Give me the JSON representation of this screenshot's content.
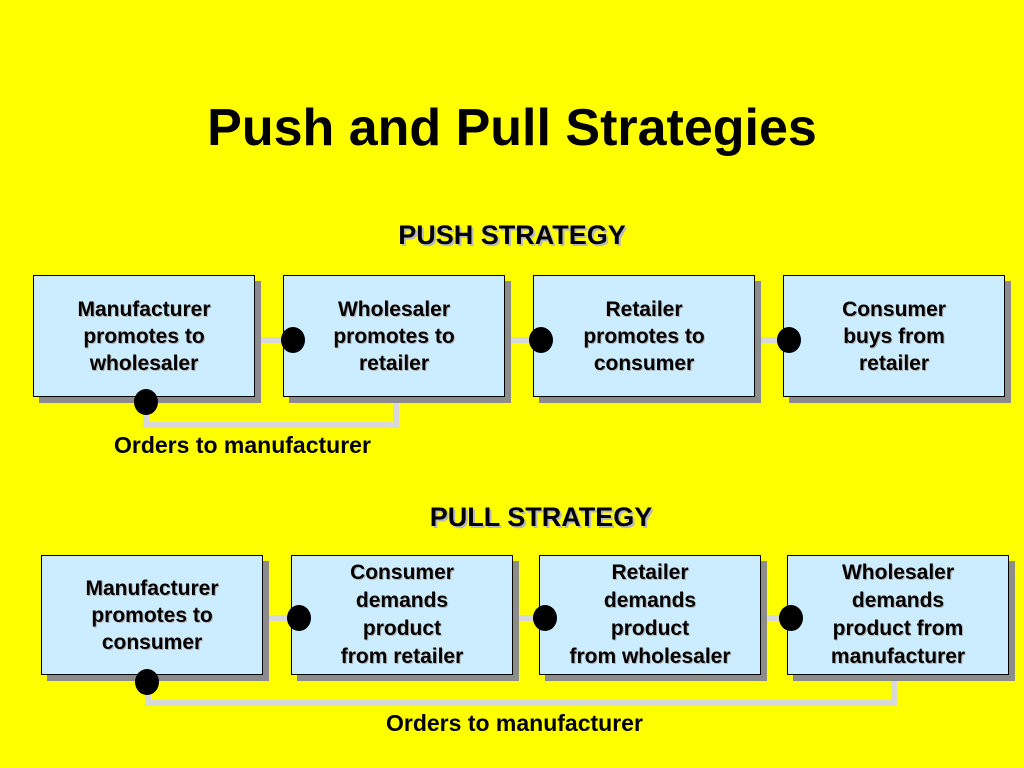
{
  "title": "Push and Pull Strategies",
  "push": {
    "heading": "PUSH STRATEGY",
    "boxes": [
      "Manufacturer\npromotes to\nwholesaler",
      "Wholesaler\npromotes to\nretailer",
      "Retailer\npromotes to\nconsumer",
      "Consumer\nbuys from\nretailer"
    ],
    "orders_label": "Orders to manufacturer"
  },
  "pull": {
    "heading": "PULL STRATEGY",
    "boxes": [
      "Manufacturer\npromotes to\nconsumer",
      "Consumer\ndemands\nproduct\nfrom retailer",
      "Retailer\ndemands\nproduct\nfrom wholesaler",
      "Wholesaler\ndemands\nproduct from\nmanufacturer"
    ],
    "orders_label": "Orders to manufacturer"
  },
  "colors": {
    "background": "#FFFF00",
    "box_fill": "#CCECFF",
    "connector": "#D8D8D8"
  }
}
